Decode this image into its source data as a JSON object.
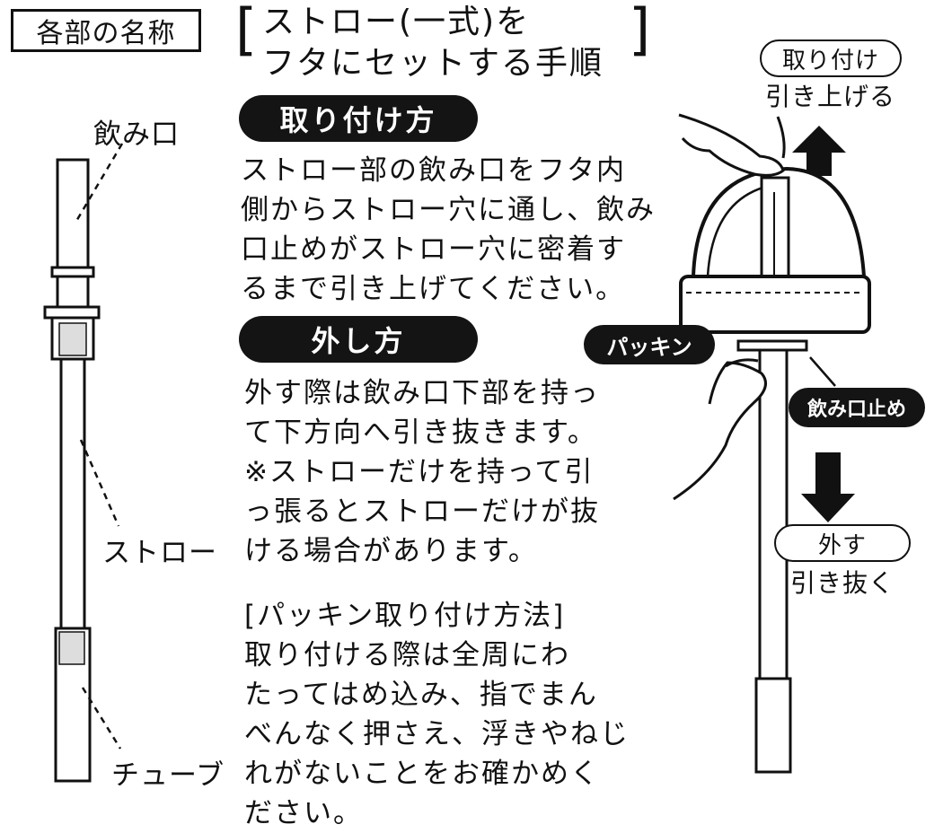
{
  "parts": {
    "title": "各部の名称",
    "mouthpiece": "飲み口",
    "straw": "ストロー",
    "tube": "チューブ"
  },
  "header": {
    "open_bracket": "[",
    "close_bracket": "]",
    "line1": "ストロー(一式)を",
    "line2": "フタにセットする手順"
  },
  "attach": {
    "title": "取り付け方",
    "lines": [
      "ストロー部の飲み口をフタ内",
      "側からストロー穴に通し、飲み",
      "口止めがストロー穴に密着す",
      "るまで引き上げてください。"
    ]
  },
  "remove": {
    "title": "外し方",
    "lines": [
      "外す際は飲み口下部を持っ",
      "て下方向へ引き抜きます。",
      "※ストローだけを持って引",
      "っ張るとストローだけが抜",
      "ける場合があります。"
    ]
  },
  "packing": {
    "lines": [
      "[パッキン取り付け方法]",
      "取り付ける際は全周にわ",
      "たってはめ込み、指でまん",
      "べんなく押さえ、浮きやねじ",
      "れがないことをお確かめく",
      "ださい。"
    ]
  },
  "figure": {
    "attach_callout": "取り付け",
    "pull_up": "引き上げる",
    "packing_label": "パッキン",
    "stopper_label": "飲み口止め",
    "remove_callout": "外す",
    "pull_out": "引き抜く"
  }
}
